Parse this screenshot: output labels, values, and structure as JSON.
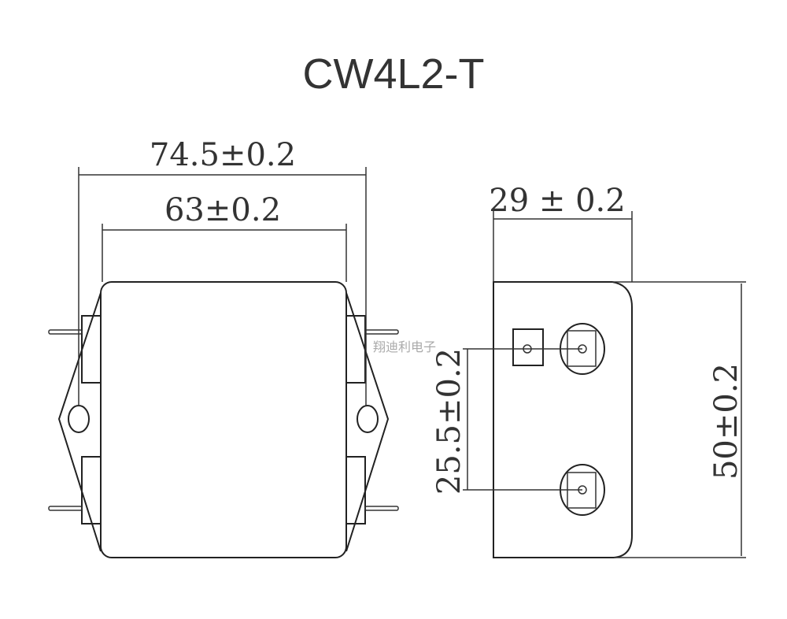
{
  "title": "CW4L2-T",
  "dimensions": {
    "overall_width": "74.5±0.2",
    "mount_width": "63±0.2",
    "depth": "29 ± 0.2",
    "height": "50±0.2",
    "terminal_spacing": "25.5±0.2"
  },
  "watermark": "翔迪利电子",
  "colors": {
    "line": "#222222",
    "text": "#333333",
    "watermark": "#aaaaaa"
  }
}
